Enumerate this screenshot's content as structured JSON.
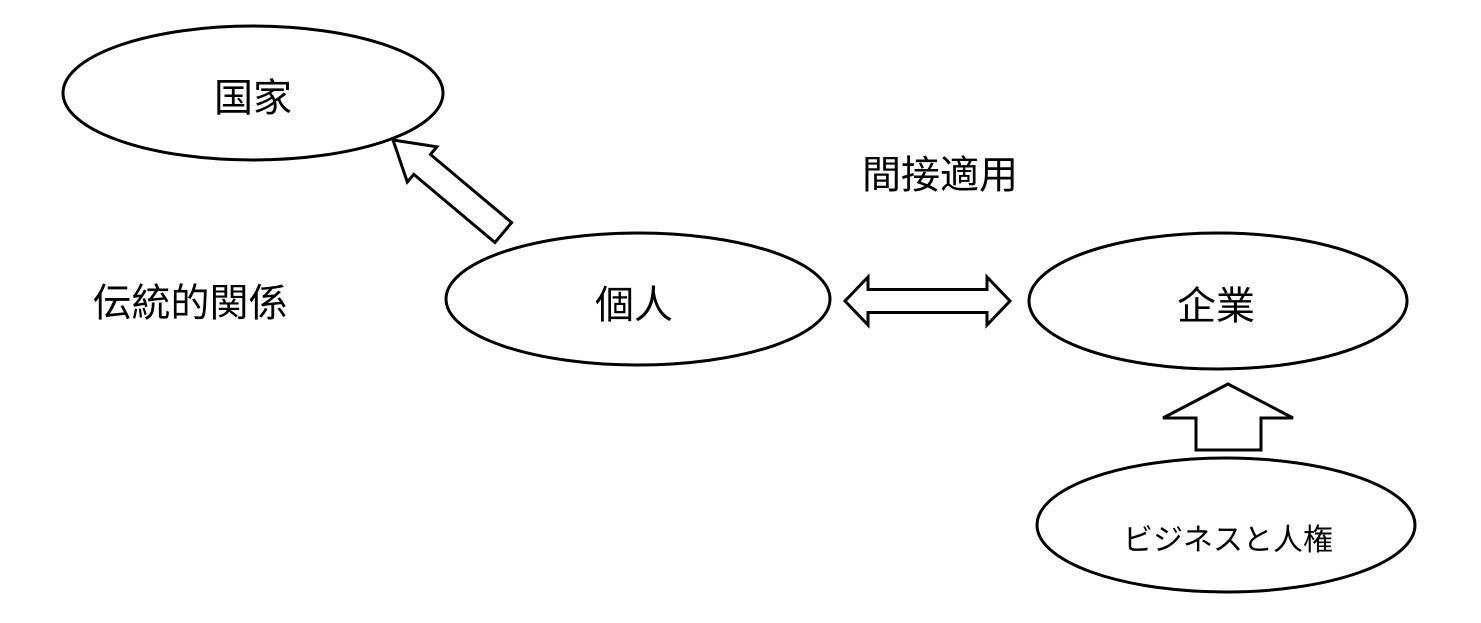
{
  "diagram": {
    "colors": {
      "background": "#ffffff",
      "shape_fill": "#ffffff",
      "stroke": "#000000",
      "text": "#000000"
    },
    "nodes": [
      {
        "id": "state",
        "label": "国家"
      },
      {
        "id": "individual",
        "label": "個人"
      },
      {
        "id": "corporation",
        "label": "企業"
      },
      {
        "id": "business-and-human-rights",
        "label": "ビジネスと人権"
      }
    ],
    "labels": [
      {
        "id": "traditional-relationship",
        "text": "伝統的関係"
      },
      {
        "id": "indirect-application",
        "text": "間接適用"
      }
    ],
    "arrows": [
      {
        "id": "individual-to-state",
        "from": "個人",
        "to": "国家",
        "style": "outlined-block-arrow",
        "direction": "up-left"
      },
      {
        "id": "individual-corporation",
        "from": "個人",
        "to": "企業",
        "style": "outlined-double-block-arrow",
        "direction": "horizontal"
      },
      {
        "id": "bhr-to-corporation",
        "from": "ビジネスと人権",
        "to": "企業",
        "style": "outlined-block-arrow",
        "direction": "up"
      }
    ]
  }
}
